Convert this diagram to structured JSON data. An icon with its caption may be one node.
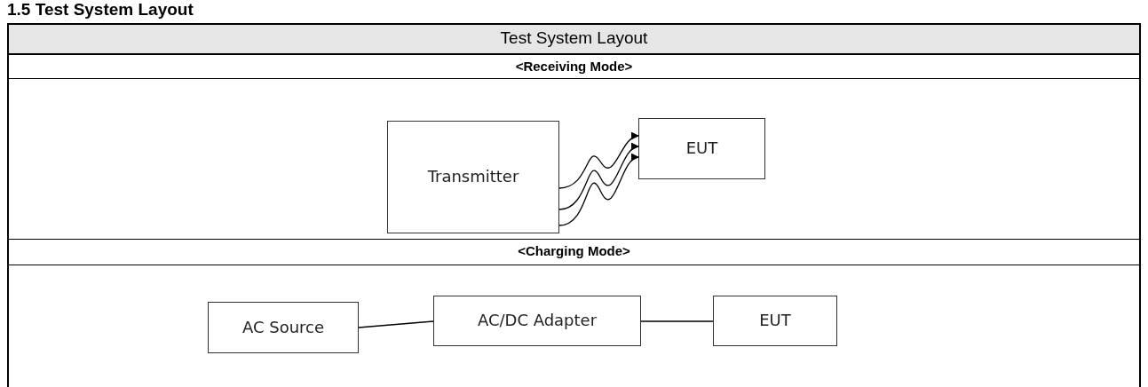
{
  "diagram": {
    "title": "1.5 Test System Layout",
    "nodes": [
      {
        "text": [
          "Transmitter"
        ]
      },
      {
        "text": [
          "EUT"
        ]
      },
      {
        "text": [
          "AC Source"
        ]
      },
      {
        "text": [
          "AC/DC Adapter"
        ]
      },
      {
        "text": [
          "EUT"
        ]
      }
    ],
    "edges": [
      {
        "from": 0,
        "to": 1,
        "arrow": "to"
      },
      {
        "from": 0,
        "to": 1,
        "arrow": "to"
      },
      {
        "from": 0,
        "to": 1,
        "arrow": "to"
      },
      {
        "from": 2,
        "to": 3,
        "arrow": "none"
      },
      {
        "from": 3,
        "to": 4,
        "arrow": "none"
      }
    ],
    "labels": [
      "Test System Layout",
      "<Receiving Mode>",
      "<Charging Mode>"
    ]
  }
}
